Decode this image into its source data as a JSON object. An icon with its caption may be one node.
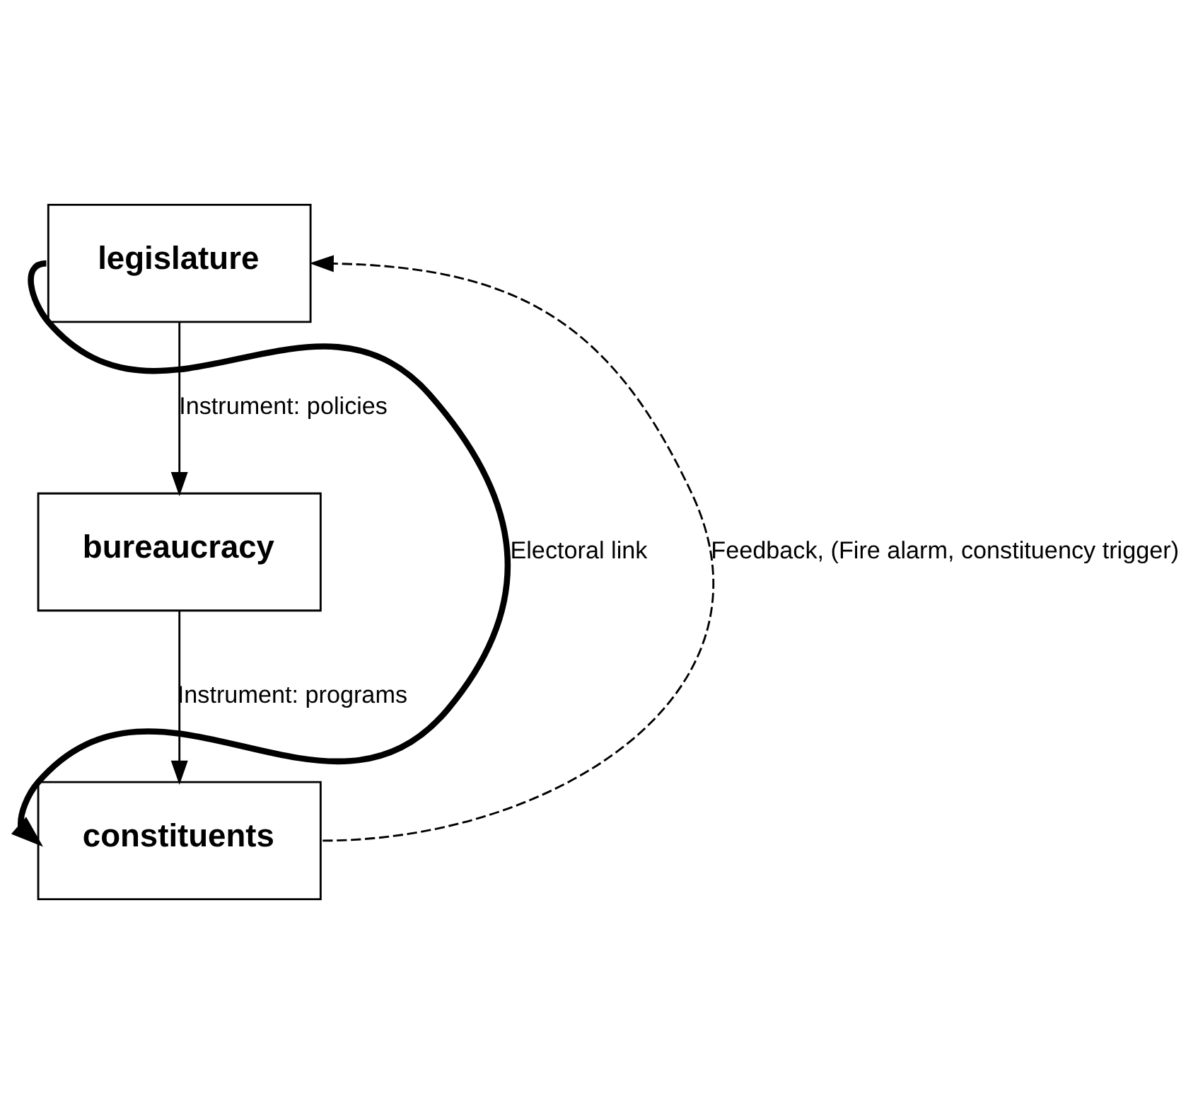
{
  "diagram": {
    "nodes": [
      {
        "text": [
          "legislature"
        ]
      },
      {
        "text": [
          "bureaucracy"
        ]
      },
      {
        "text": [
          "constituents"
        ]
      }
    ],
    "edges": [
      {
        "from": 0,
        "to": 1,
        "arrow": "to",
        "label": "Instrument: policies"
      },
      {
        "from": 1,
        "to": 2,
        "arrow": "to",
        "label": "Instrument: programs"
      },
      {
        "from": 0,
        "to": 2,
        "arrow": "to",
        "label": "Electoral link",
        "style": "thick"
      },
      {
        "from": 2,
        "to": 0,
        "arrow": "to",
        "label": "Feedback, (Fire alarm, constituency trigger)",
        "style": "dashed"
      }
    ]
  }
}
